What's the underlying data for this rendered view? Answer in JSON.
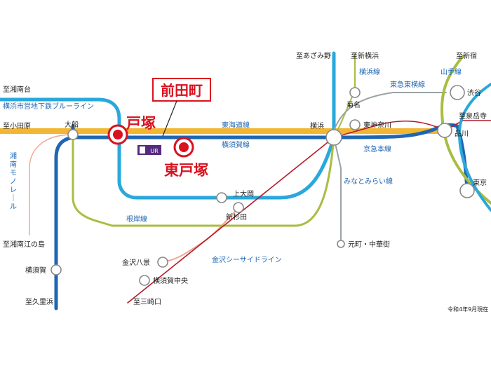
{
  "colors": {
    "tokaido": "#f2b632",
    "yokosuka": "#1e66b3",
    "blueline": "#2aa8dc",
    "negishi": "#a8bd42",
    "keikyu": "#b41b2a",
    "seaside": "#f0a58c",
    "tokyu": "#9aa3a8",
    "minatomirai": "#9aa3a8",
    "yamanote": "#a8bd42",
    "highlight": "#d9121f"
  },
  "callout": {
    "label": "前田町",
    "icon": "ur-logo-icon",
    "logo_text": "UR"
  },
  "featured_stations": {
    "totsuka": "戸塚",
    "higashi_totsuka": "東戸塚"
  },
  "destinations": {
    "shonandai": "至湘南台",
    "odawara": "至小田原",
    "shonan_enoshima": "至湘南江の島",
    "kurihama": "至久里浜",
    "misakiguchi": "至三崎口",
    "azamino": "至あざみ野",
    "shinyokohama": "至新横浜",
    "shinjuku": "至新宿",
    "sengakuji": "至泉岳寺"
  },
  "stations": {
    "ofuna": "大船",
    "yokohama": "横浜",
    "kamiooka": "上大岡",
    "shinsugita": "新杉田",
    "kanazawa_hakkei": "金沢八景",
    "yokosuka_chuo": "横須賀中央",
    "yokosuka": "横須賀",
    "motomachi": "元町・中華街",
    "kikuna": "菊名",
    "higashi_kanagawa": "東神奈川",
    "shinagawa": "品川",
    "shibuya": "渋谷",
    "tokyo": "東京"
  },
  "lines": {
    "blueline": "横浜市営地下鉄ブルーライン",
    "tokaido": "東海道線",
    "yokosuka": "横須賀線",
    "negishi": "根岸線",
    "seaside": "金沢シーサイドライン",
    "minatomirai": "みなとみらい線",
    "keikyu": "京急本線",
    "yokohama_line": "横浜線",
    "tokyu_toyoko": "東急東横線",
    "yamanote": "山手線",
    "shonan_monorail": "湘南モノレール"
  },
  "note": "令和4年9月現在"
}
